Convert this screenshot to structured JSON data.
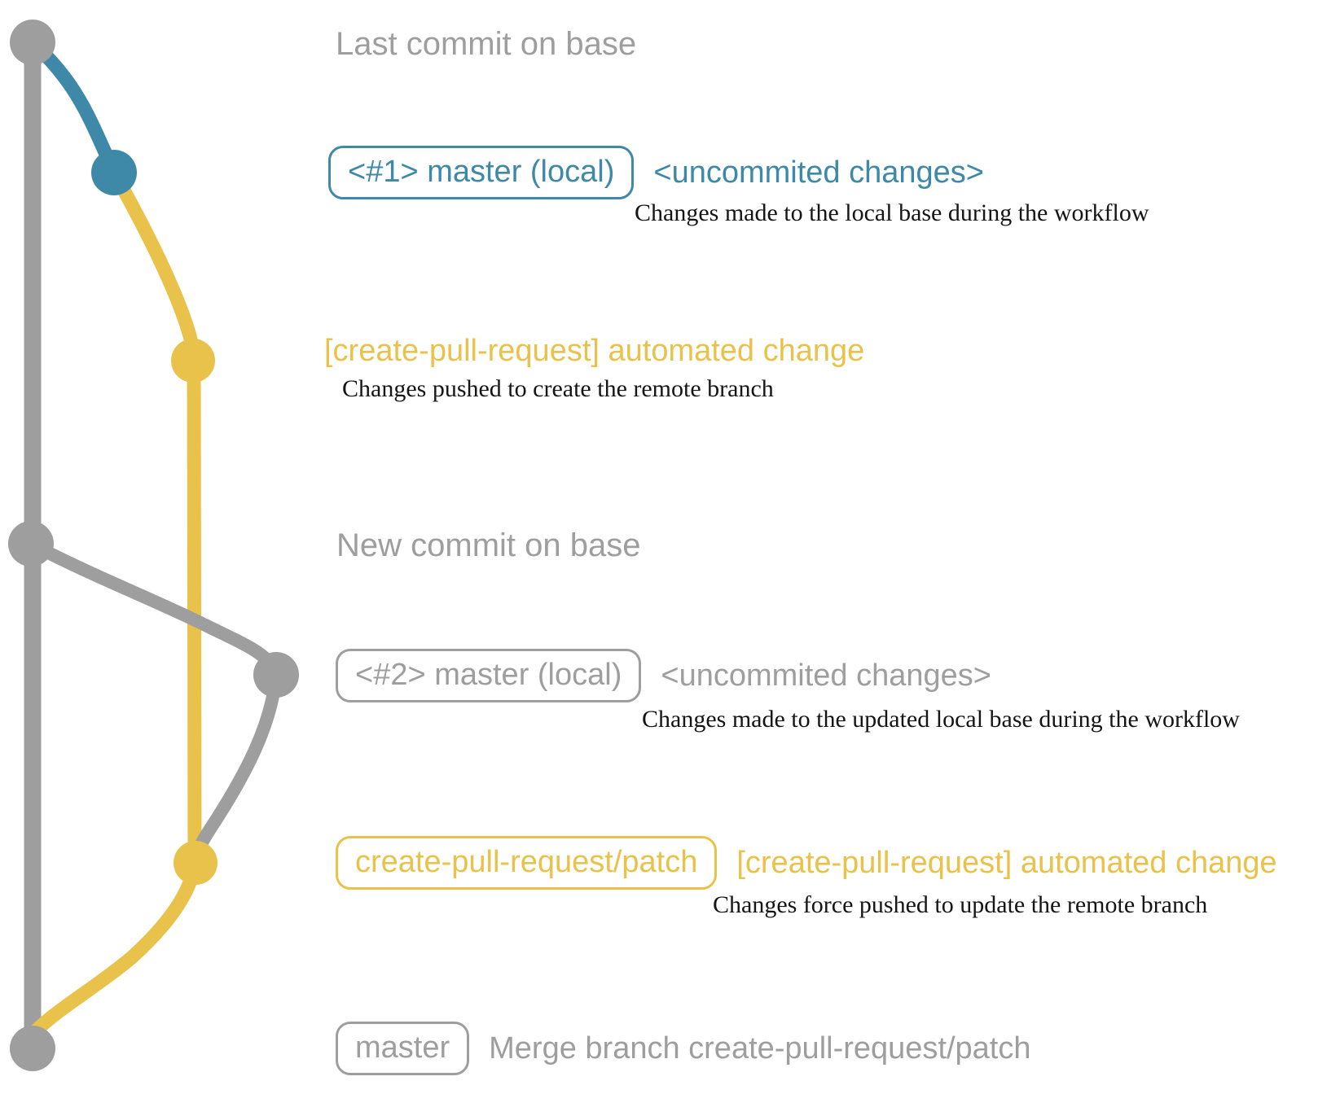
{
  "colors": {
    "gray": "#9e9e9e",
    "blue": "#3e88a8",
    "yellow": "#e8c24a",
    "ink": "#151515"
  },
  "graph": {
    "type": "git-branch-diagram",
    "trunk": "base",
    "nodes": [
      {
        "id": "last-commit-on-base",
        "color": "gray"
      },
      {
        "id": "master-local-1",
        "color": "blue"
      },
      {
        "id": "create-pull-request-automated-change-1",
        "color": "yellow"
      },
      {
        "id": "new-commit-on-base",
        "color": "gray"
      },
      {
        "id": "master-local-2",
        "color": "gray"
      },
      {
        "id": "create-pull-request-patch",
        "color": "yellow"
      },
      {
        "id": "merge-commit",
        "color": "gray"
      }
    ]
  },
  "rows": [
    {
      "label": "Last commit on base"
    },
    {
      "badge": "<#1> master (local)",
      "tag": "<uncommited changes>",
      "note": "Changes made to the local base during the workflow"
    },
    {
      "heading": "[create-pull-request] automated change",
      "note": "Changes pushed to create the remote branch"
    },
    {
      "label": "New commit on base"
    },
    {
      "badge": "<#2> master (local)",
      "tag": "<uncommited changes>",
      "note": "Changes made to the updated local base during the workflow"
    },
    {
      "badge": "create-pull-request/patch",
      "tag": "[create-pull-request] automated change",
      "note": "Changes force pushed to update the remote branch"
    },
    {
      "badge": "master",
      "tag": "Merge branch create-pull-request/patch"
    }
  ]
}
